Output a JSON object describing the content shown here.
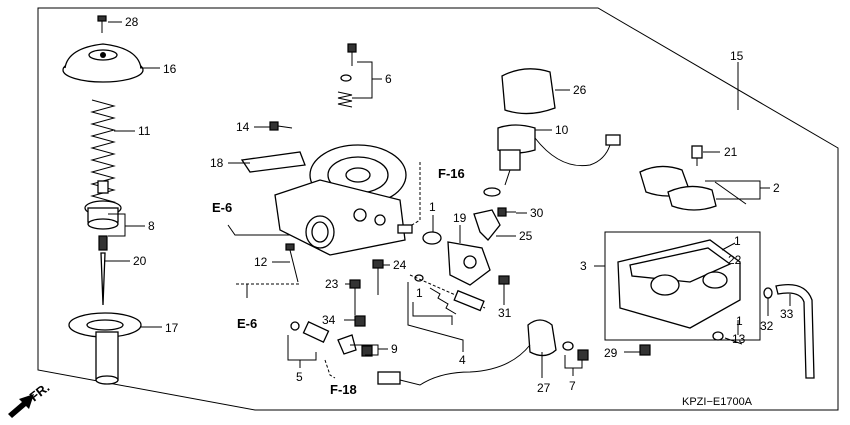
{
  "diagram": {
    "part_labels": [
      "28",
      "16",
      "11",
      "8",
      "20",
      "17",
      "6",
      "14",
      "18",
      "12",
      "26",
      "10",
      "21",
      "2",
      "15",
      "30",
      "25",
      "19",
      "1",
      "23",
      "24",
      "22",
      "3",
      "31",
      "4",
      "9",
      "5",
      "34",
      "27",
      "7",
      "29",
      "13",
      "32",
      "33"
    ],
    "labels": {
      "p28": "28",
      "p16": "16",
      "p11": "11",
      "p8": "8",
      "p20": "20",
      "p17": "17",
      "p6": "6",
      "p14": "14",
      "p18": "18",
      "p12": "12",
      "p26": "26",
      "p10": "10",
      "p21": "21",
      "p2": "2",
      "p15": "15",
      "p30": "30",
      "p25": "25",
      "p19": "19",
      "p1a": "1",
      "p1b": "1",
      "p1c": "1",
      "p1d": "1",
      "p23": "23",
      "p24": "24",
      "p22": "22",
      "p3": "3",
      "p31": "31",
      "p4": "4",
      "p9": "9",
      "p5": "5",
      "p34": "34",
      "p27": "27",
      "p7": "7",
      "p29": "29",
      "p13": "13",
      "p32": "32",
      "p33": "33"
    },
    "refs": {
      "e6_top": "E-6",
      "e6_bottom": "E-6",
      "f16": "F-16",
      "f18": "F-18"
    },
    "front_label": "FR.",
    "diagram_code": "KPZI−E1700A"
  }
}
